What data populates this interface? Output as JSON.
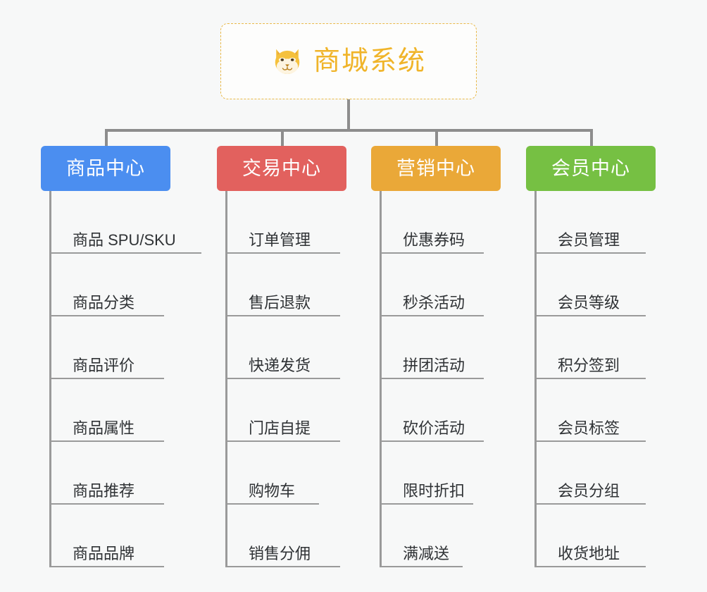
{
  "diagram": {
    "title": "商城系统",
    "root_icon": "shiba-dog-icon",
    "colors": {
      "background": "#f7f8f8",
      "root_text": "#f0b429",
      "root_border": "#e9b949",
      "connector": "#8d8d8d",
      "leaf_line": "#9a9a9a",
      "leaf_text": "#2f3235"
    },
    "categories": [
      {
        "label": "商品中心",
        "color": "#4b8ef0",
        "items": [
          "商品 SPU/SKU",
          "商品分类",
          "商品评价",
          "商品属性",
          "商品推荐",
          "商品品牌"
        ]
      },
      {
        "label": "交易中心",
        "color": "#e2615e",
        "items": [
          "订单管理",
          "售后退款",
          "快递发货",
          "门店自提",
          "购物车",
          "销售分佣"
        ]
      },
      {
        "label": "营销中心",
        "color": "#eaa838",
        "items": [
          "优惠券码",
          "秒杀活动",
          "拼团活动",
          "砍价活动",
          "限时折扣",
          "满减送"
        ]
      },
      {
        "label": "会员中心",
        "color": "#76c043",
        "items": [
          "会员管理",
          "会员等级",
          "积分签到",
          "会员标签",
          "会员分组",
          "收货地址"
        ]
      }
    ]
  }
}
